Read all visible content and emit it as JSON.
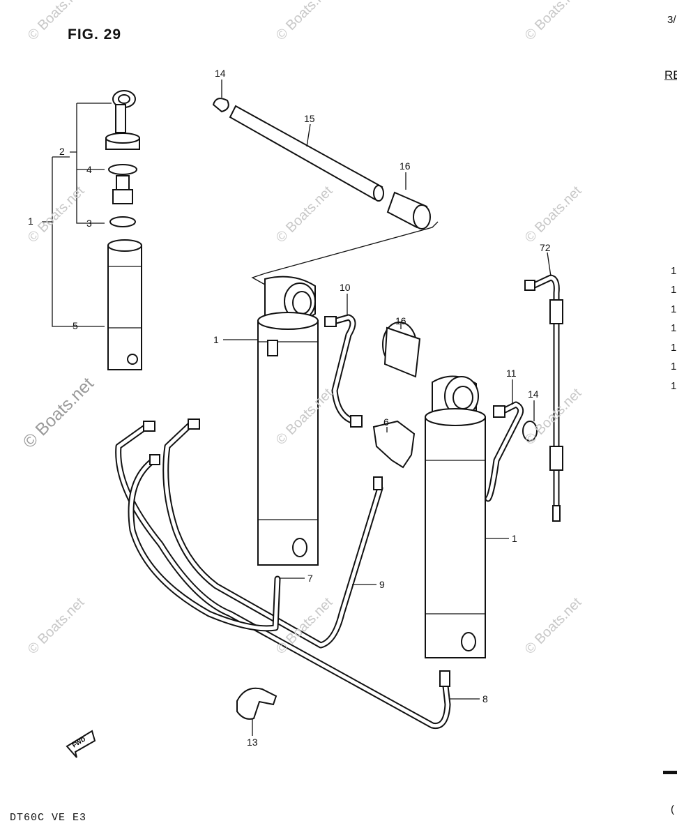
{
  "figure": {
    "title": "FIG. 29",
    "footer": "DT60C VE E3"
  },
  "watermark": {
    "text": "© Boats.net"
  },
  "edge": {
    "top_right": "3/",
    "ref": "RE",
    "right_digits": [
      "1",
      "1",
      "1",
      "1",
      "1",
      "1",
      "1"
    ],
    "bottom_right": "("
  },
  "callouts": {
    "p1_top": "1",
    "p2": "2",
    "p4": "4",
    "p3": "3",
    "p5": "5",
    "p14_top": "14",
    "p15": "15",
    "p16_top": "16",
    "p72": "72",
    "p10": "10",
    "p1_left": "1",
    "p16_mid": "16",
    "p11": "11",
    "p14_mid": "14",
    "p6": "6",
    "p1_right": "1",
    "p9": "9",
    "p7": "7",
    "p8": "8",
    "p13": "13"
  },
  "fwd_label": "FWD"
}
